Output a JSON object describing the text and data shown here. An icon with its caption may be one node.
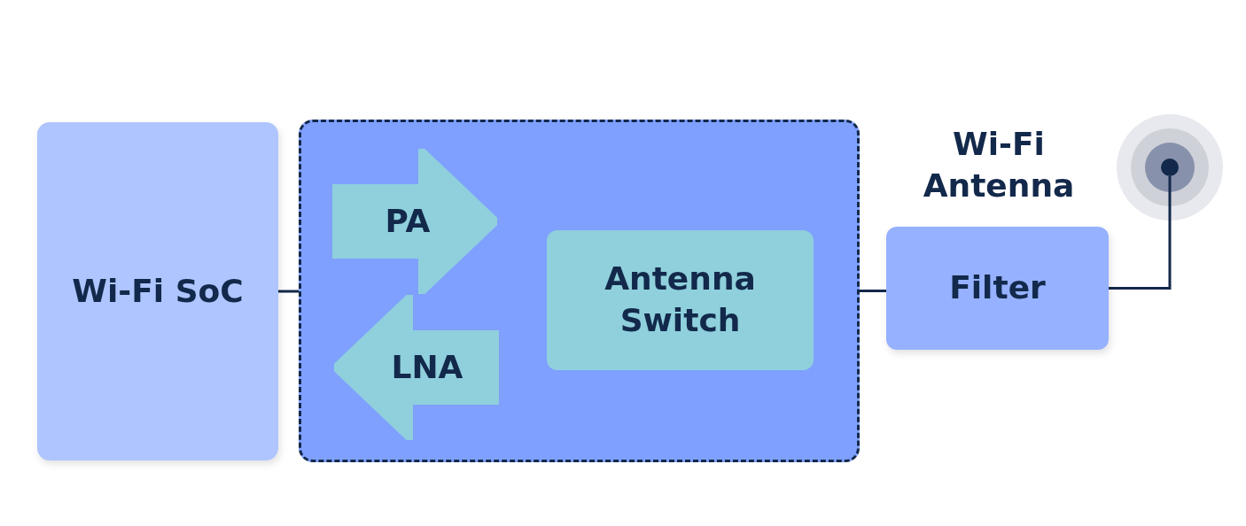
{
  "diagram": {
    "nodes": [
      {
        "text": [
          "Wi-Fi SoC"
        ]
      },
      {
        "text": [],
        "shape": "box"
      },
      {
        "text": [
          "PA"
        ],
        "in": 1
      },
      {
        "text": [
          "LNA"
        ],
        "in": 1
      },
      {
        "text": [
          "Antenna Switch"
        ],
        "in": 1
      },
      {
        "text": [
          "Filter"
        ]
      },
      {
        "text": [],
        "shape": "circle"
      }
    ],
    "edges": [
      {
        "from": 0,
        "to": 1,
        "arrow": "none"
      },
      {
        "from": 1,
        "to": 5,
        "arrow": "none"
      },
      {
        "from": 5,
        "to": 6,
        "arrow": "none"
      }
    ],
    "labels": [
      "Wi-Fi Antenna"
    ]
  }
}
